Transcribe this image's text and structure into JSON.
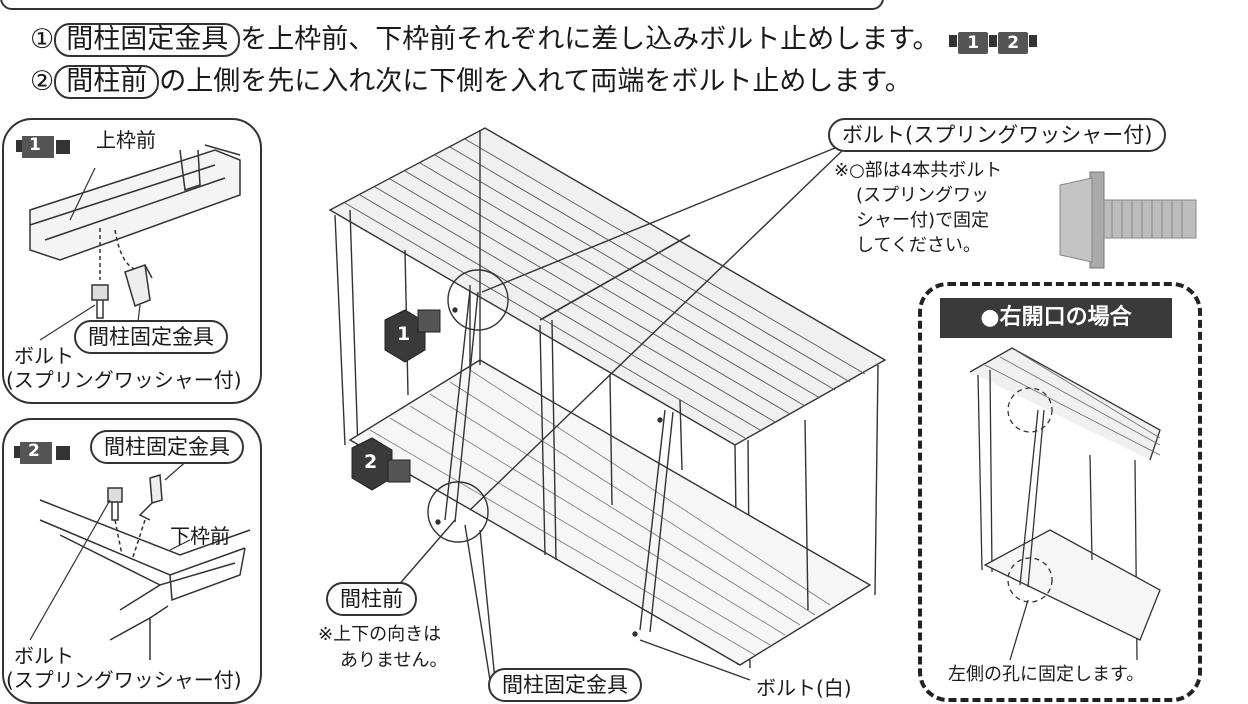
{
  "instructions": {
    "step1": {
      "num": "①",
      "part": "間柱固定金具",
      "text": "を上枠前、下枠前それぞれに差し込みボルト止めします。",
      "refs": [
        "1",
        "2"
      ]
    },
    "step2": {
      "num": "②",
      "part": "間柱前",
      "text": "の上側を先に入れ次に下側を入れて両端をボルト止めします。"
    }
  },
  "detail1": {
    "badge": "1",
    "frame_label": "上枠前",
    "bracket_label": "間柱固定金具",
    "bolt_label": "ボルト",
    "bolt_spec": "(スプリングワッシャー付)"
  },
  "detail2": {
    "badge": "2",
    "bracket_label": "間柱固定金具",
    "frame_label": "下枠前",
    "bolt_label": "ボルト",
    "bolt_spec": "(スプリングワッシャー付)"
  },
  "main": {
    "marker1": "1",
    "marker2": "2",
    "bolt_callout": "ボルト(スプリングワッシャー付)",
    "bolt_note": [
      "※○部は4本共ボルト",
      "(スプリングワッ",
      "シャー付)で固定",
      "してください。"
    ],
    "post_label": "間柱前",
    "post_note": [
      "※上下の向きは",
      "ありません。"
    ],
    "bracket_label": "間柱固定金具",
    "white_bolt_label": "ボルト(白)"
  },
  "right_panel": {
    "title": "●右開口の場合",
    "note": "左側の孔に固定します。"
  },
  "colors": {
    "line": "#333333",
    "dark": "#3a3a3a",
    "badge": "#555555"
  }
}
